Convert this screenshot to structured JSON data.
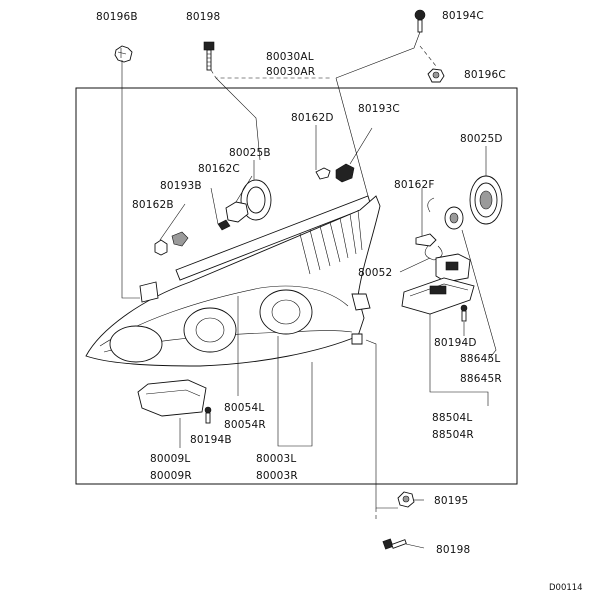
{
  "labels": {
    "p80196B": "80196B",
    "p80198_top": "80198",
    "p80194C": "80194C",
    "p80196C": "80196C",
    "p80030AL": "80030AL",
    "p80030AR": "80030AR",
    "p80162D": "80162D",
    "p80193C": "80193C",
    "p80025D": "80025D",
    "p80025B": "80025B",
    "p80162C": "80162C",
    "p80193B": "80193B",
    "p80162B": "80162B",
    "p80162F": "80162F",
    "p80052": "80052",
    "p80194D": "80194D",
    "p88645L": "88645L",
    "p88645R": "88645R",
    "p88504L": "88504L",
    "p88504R": "88504R",
    "p80054L": "80054L",
    "p80054R": "80054R",
    "p80194B": "80194B",
    "p80009L": "80009L",
    "p80009R": "80009R",
    "p80003L": "80003L",
    "p80003R": "80003R",
    "p80195": "80195",
    "p80198_bottom": "80198"
  },
  "footer": {
    "diagram_code": "D00114"
  }
}
